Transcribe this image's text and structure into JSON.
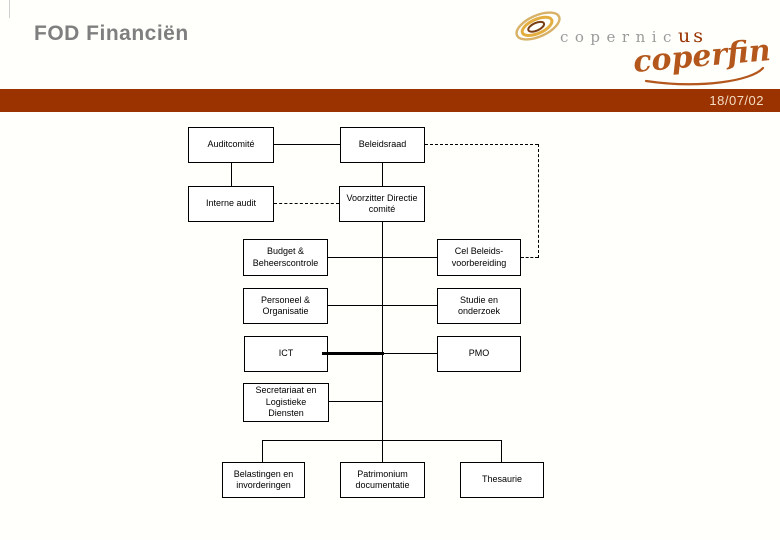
{
  "header": {
    "title": "FOD Financiën",
    "title_color": "#7F7F7F",
    "logo": {
      "swirl_icon": "galaxy-swirl-icon",
      "word_main": "copernic",
      "word_accent": "us",
      "word_script": "coperfin",
      "main_color": "#9B9B9B",
      "accent_color": "#993300",
      "script_color": "#B4571D",
      "swirl_gold": "#E3AE3F",
      "swirl_tan": "#D9B26A",
      "swirl_brown": "#7A3E14"
    },
    "date_bar": {
      "date": "18/07/02",
      "bar_color": "#9A3300",
      "text_color": "#F4DCC2"
    }
  },
  "org_chart": {
    "auditcomite": {
      "line1": "Auditcomité"
    },
    "beleidsraad": {
      "line1": "Beleidsraad"
    },
    "interne_audit": {
      "line1": "Interne audit"
    },
    "voorzitter": {
      "line1": "Voorzitter Directie",
      "line2": "comité"
    },
    "budget": {
      "line1": "Budget &",
      "line2": "Beheerscontrole"
    },
    "cel_beleid": {
      "line1": "Cel Beleids-",
      "line2": "voorbereiding"
    },
    "personeel": {
      "line1": "Personeel &",
      "line2": "Organisatie"
    },
    "studie": {
      "line1": "Studie en",
      "line2": "onderzoek"
    },
    "ict": {
      "line1": "ICT"
    },
    "pmo": {
      "line1": "PMO"
    },
    "secretariaat": {
      "line1": "Secretariaat en",
      "line2": "Logistieke",
      "line3": "Diensten"
    },
    "belastingen": {
      "line1": "Belastingen en",
      "line2": "invorderingen"
    },
    "patrimonium": {
      "line1": "Patrimonium",
      "line2": "documentatie"
    },
    "thesaurie": {
      "line1": "Thesaurie"
    },
    "edges": [
      {
        "from": "Auditcomité",
        "to": "Beleidsraad",
        "style": "solid"
      },
      {
        "from": "Auditcomité",
        "to": "Interne audit",
        "style": "solid"
      },
      {
        "from": "Beleidsraad",
        "to": "Voorzitter Directie comité",
        "style": "solid"
      },
      {
        "from": "Beleidsraad",
        "to": "Cel Beleidsvoorbereiding",
        "style": "dashed"
      },
      {
        "from": "Interne audit",
        "to": "Voorzitter Directie comité",
        "style": "dashed"
      },
      {
        "from": "Voorzitter Directie comité",
        "to": "Budget & Beheerscontrole",
        "style": "solid"
      },
      {
        "from": "Voorzitter Directie comité",
        "to": "Cel Beleidsvoorbereiding",
        "style": "solid"
      },
      {
        "from": "Voorzitter Directie comité",
        "to": "Personeel & Organisatie",
        "style": "solid"
      },
      {
        "from": "Voorzitter Directie comité",
        "to": "Studie en onderzoek",
        "style": "solid"
      },
      {
        "from": "Voorzitter Directie comité",
        "to": "ICT",
        "style": "solid-thick"
      },
      {
        "from": "Voorzitter Directie comité",
        "to": "PMO",
        "style": "solid"
      },
      {
        "from": "Voorzitter Directie comité",
        "to": "Secretariaat en Logistieke Diensten",
        "style": "solid"
      },
      {
        "from": "Voorzitter Directie comité",
        "to": "Belastingen en invorderingen",
        "style": "solid"
      },
      {
        "from": "Voorzitter Directie comité",
        "to": "Patrimonium documentatie",
        "style": "solid"
      },
      {
        "from": "Voorzitter Directie comité",
        "to": "Thesaurie",
        "style": "solid"
      }
    ]
  }
}
